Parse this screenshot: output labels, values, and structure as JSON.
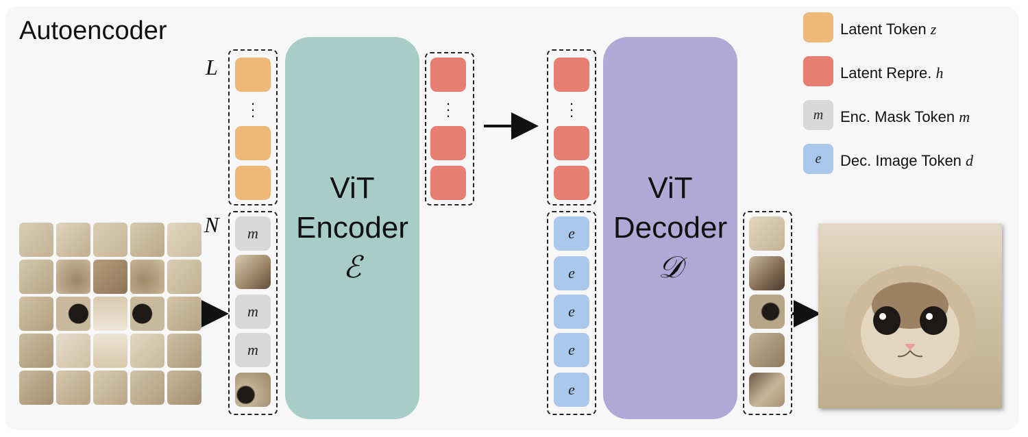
{
  "title": "Autoencoder",
  "axes": {
    "latent_count": "L",
    "patch_count": "N"
  },
  "blocks": {
    "encoder": {
      "line1": "ViT",
      "line2": "Encoder",
      "symbol": "ℰ"
    },
    "decoder": {
      "line1": "ViT",
      "line2": "Decoder",
      "symbol": "𝒟"
    }
  },
  "token_letters": {
    "mask": "m",
    "decoder_image": "e"
  },
  "legend": [
    {
      "label": "Latent Token",
      "symbol": "z",
      "swatch": "#edb878",
      "swatch_text": ""
    },
    {
      "label": "Latent Repre.",
      "symbol": "h",
      "swatch": "#e67e72",
      "swatch_text": ""
    },
    {
      "label": "Enc. Mask Token",
      "symbol": "m",
      "swatch": "#d8d8d8",
      "swatch_text": "m"
    },
    {
      "label": "Dec. Image Token",
      "symbol": "d",
      "swatch": "#a9c8ec",
      "swatch_text": "e"
    }
  ],
  "colors": {
    "latent_token": "#edb878",
    "latent_repr": "#e67e72",
    "mask_token": "#d8d8d8",
    "decoder_token": "#a9c8ec",
    "encoder_block": "#a7cdc6",
    "decoder_block": "#b1a9d5"
  },
  "input_image": {
    "content": "cat-in-hood-photo",
    "grid": "5x5 patches"
  },
  "output_image": {
    "content": "cat-in-hood-photo"
  }
}
